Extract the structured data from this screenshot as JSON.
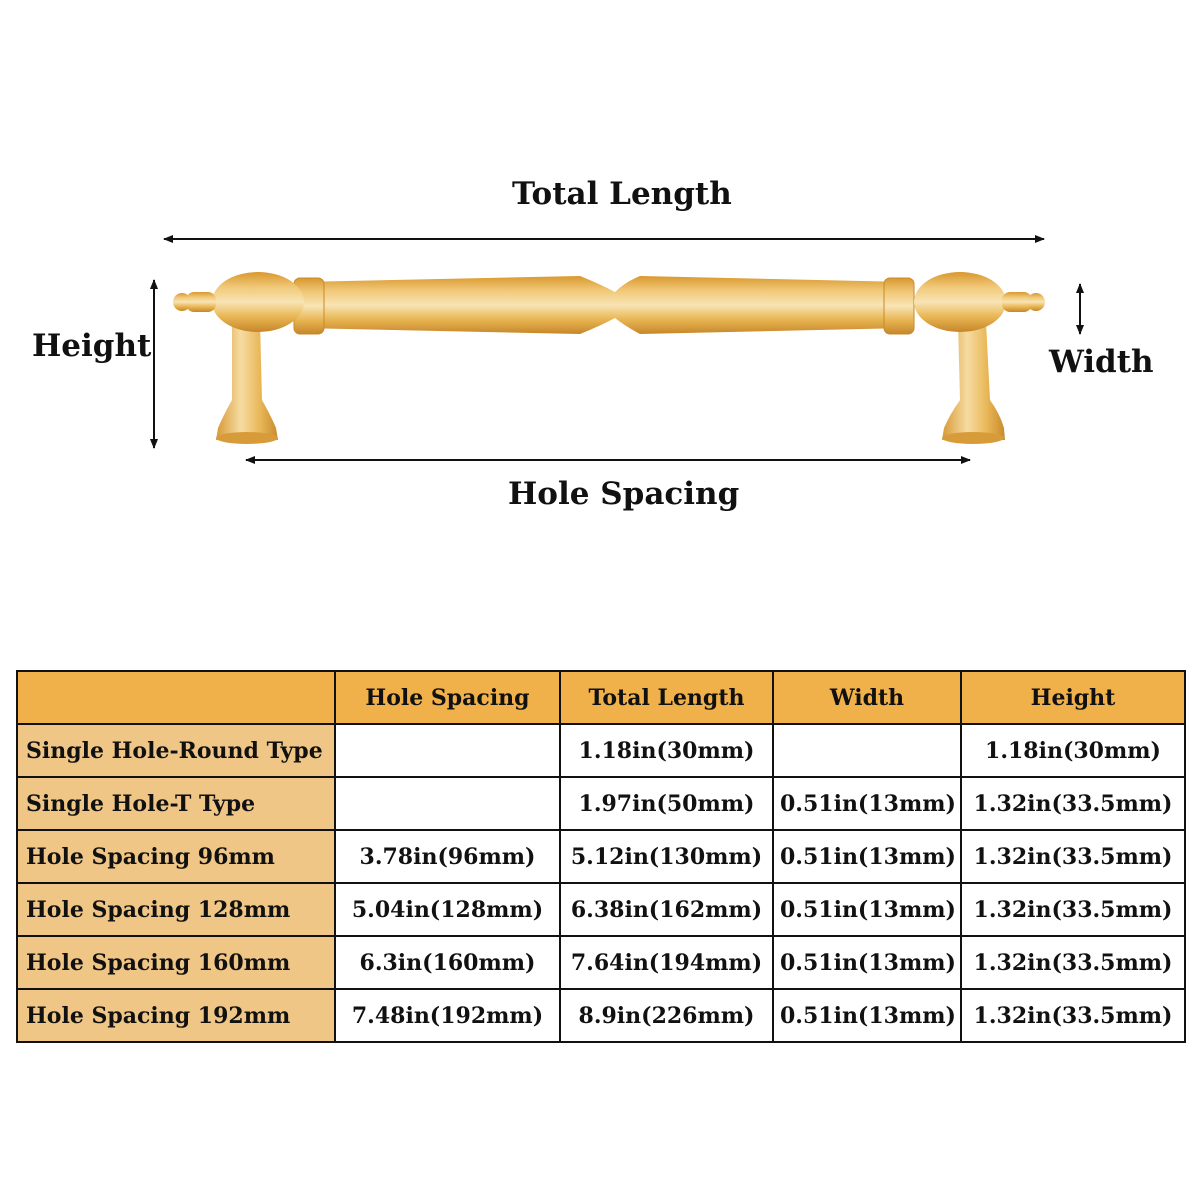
{
  "diagram": {
    "labels": {
      "total_length": "Total Length",
      "hole_spacing": "Hole Spacing",
      "height": "Height",
      "width": "Width"
    },
    "product": "gold-cabinet-pull-handle",
    "colors": {
      "gold_light": "#F3D89A",
      "gold_mid": "#E8B54E",
      "gold_dark": "#C98A2A",
      "arrow": "#111111"
    }
  },
  "table": {
    "colors": {
      "header_bg": "#F0B04A",
      "rowhead_bg": "#EFC685",
      "border": "#111111"
    },
    "headers": [
      "",
      "Hole Spacing",
      "Total Length",
      "Width",
      "Height"
    ],
    "rows": [
      {
        "name": "Single Hole-Round Type",
        "hole_spacing": "",
        "total_length": "1.18in(30mm)",
        "width": "",
        "height": "1.18in(30mm)"
      },
      {
        "name": "Single Hole-T Type",
        "hole_spacing": "",
        "total_length": "1.97in(50mm)",
        "width": "0.51in(13mm)",
        "height": "1.32in(33.5mm)"
      },
      {
        "name": "Hole Spacing 96mm",
        "hole_spacing": "3.78in(96mm)",
        "total_length": "5.12in(130mm)",
        "width": "0.51in(13mm)",
        "height": "1.32in(33.5mm)"
      },
      {
        "name": "Hole Spacing 128mm",
        "hole_spacing": "5.04in(128mm)",
        "total_length": "6.38in(162mm)",
        "width": "0.51in(13mm)",
        "height": "1.32in(33.5mm)"
      },
      {
        "name": "Hole Spacing 160mm",
        "hole_spacing": "6.3in(160mm)",
        "total_length": "7.64in(194mm)",
        "width": "0.51in(13mm)",
        "height": "1.32in(33.5mm)"
      },
      {
        "name": "Hole Spacing 192mm",
        "hole_spacing": "7.48in(192mm)",
        "total_length": "8.9in(226mm)",
        "width": "0.51in(13mm)",
        "height": "1.32in(33.5mm)"
      }
    ]
  }
}
